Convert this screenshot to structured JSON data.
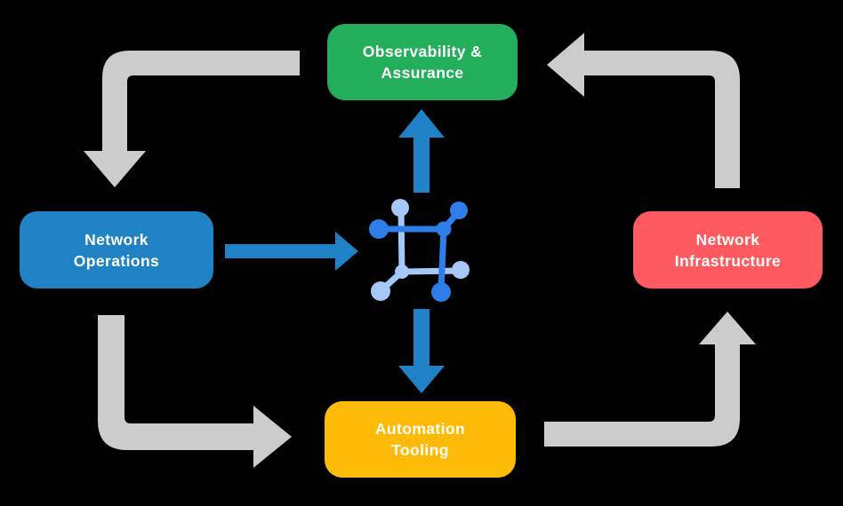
{
  "nodes": {
    "observability": {
      "line1": "Observability &",
      "line2": "Assurance",
      "color": "#22AE5B"
    },
    "operations": {
      "line1": "Network",
      "line2": "Operations",
      "color": "#2182C3"
    },
    "infrastructure": {
      "line1": "Network",
      "line2": "Infrastructure",
      "color": "#FF5A5F"
    },
    "automation": {
      "line1": "Automation",
      "line2": "Tooling",
      "color": "#FDBA07"
    }
  },
  "colors": {
    "background": "#000000",
    "cycle_arrow": "#CCCCCC",
    "flow_arrow": "#2082C6",
    "icon_dark": "#2D7EE9",
    "icon_light": "#A6C8F8",
    "text": "#FFFFFF"
  },
  "center_icon": "network-fabric-icon"
}
